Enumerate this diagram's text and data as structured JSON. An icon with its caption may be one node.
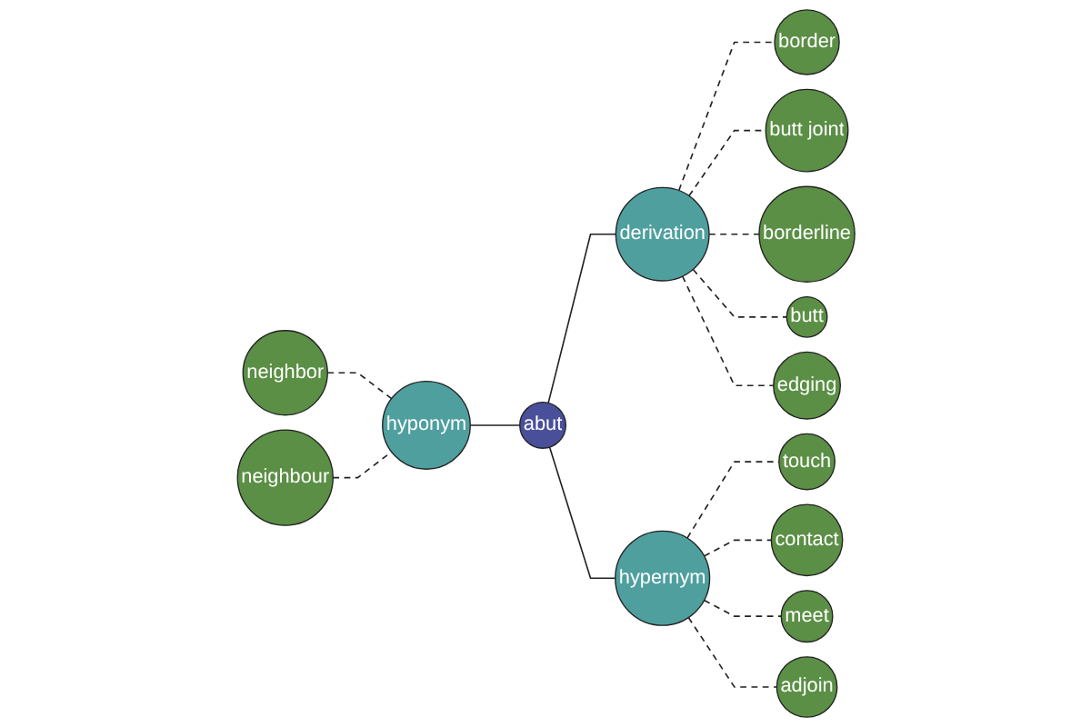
{
  "diagram": {
    "nodes": [
      {
        "text": [
          "border"
        ]
      },
      {
        "text": [
          "butt joint"
        ]
      },
      {
        "text": [
          "borderline"
        ]
      },
      {
        "text": [
          "butt"
        ]
      },
      {
        "text": [
          "derivation"
        ]
      },
      {
        "text": [
          "neighbor"
        ]
      },
      {
        "text": [
          "edging"
        ]
      },
      {
        "text": [
          "touch"
        ]
      },
      {
        "text": [
          "hyponym"
        ]
      },
      {
        "text": [
          "abut"
        ]
      },
      {
        "text": [
          "neighbour"
        ]
      },
      {
        "text": [
          "hypernym"
        ]
      },
      {
        "text": [
          "contact"
        ]
      },
      {
        "text": [
          "meet"
        ]
      },
      {
        "text": [
          "adjoin"
        ]
      }
    ],
    "edges": [
      {
        "from": 8,
        "to": 9,
        "arrow": "none"
      },
      {
        "from": 9,
        "to": 4,
        "arrow": "none"
      },
      {
        "from": 9,
        "to": 11,
        "arrow": "none"
      },
      {
        "from": 5,
        "to": 8,
        "arrow": "none",
        "style": "dashed"
      },
      {
        "from": 10,
        "to": 8,
        "arrow": "none",
        "style": "dashed"
      },
      {
        "from": 4,
        "to": 0,
        "arrow": "none",
        "style": "dashed"
      },
      {
        "from": 4,
        "to": 1,
        "arrow": "none",
        "style": "dashed"
      },
      {
        "from": 4,
        "to": 2,
        "arrow": "none",
        "style": "dashed"
      },
      {
        "from": 4,
        "to": 3,
        "arrow": "none",
        "style": "dashed"
      },
      {
        "from": 4,
        "to": 6,
        "arrow": "none",
        "style": "dashed"
      },
      {
        "from": 11,
        "to": 7,
        "arrow": "none",
        "style": "dashed"
      },
      {
        "from": 11,
        "to": 12,
        "arrow": "none",
        "style": "dashed"
      },
      {
        "from": 11,
        "to": 13,
        "arrow": "none",
        "style": "dashed"
      },
      {
        "from": 11,
        "to": 14,
        "arrow": "none",
        "style": "dashed"
      }
    ]
  }
}
